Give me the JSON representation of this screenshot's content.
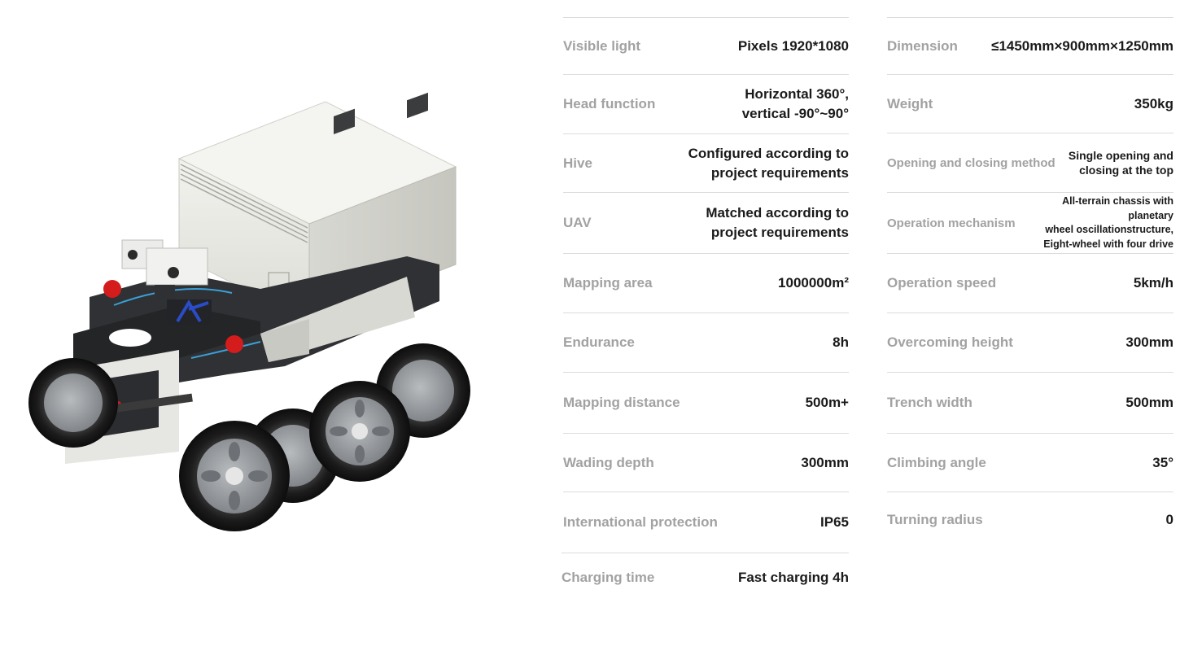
{
  "specs_left": [
    {
      "label": "Visible light",
      "value": "Pixels 1920*1080"
    },
    {
      "label": "Head function",
      "value": "Horizontal 360°,\nvertical -90°~90°"
    },
    {
      "label": "Hive",
      "value": "Configured according to\nproject requirements"
    },
    {
      "label": "UAV",
      "value": "Matched according to\nproject requirements"
    },
    {
      "label": "Mapping area",
      "value": "1000000m²"
    },
    {
      "label": "Endurance",
      "value": "8h"
    },
    {
      "label": "Mapping distance",
      "value": "500m+"
    },
    {
      "label": "Wading depth",
      "value": "300mm"
    },
    {
      "label": "International protection",
      "value": "IP65"
    },
    {
      "label": "Charging time",
      "value": "Fast charging 4h"
    }
  ],
  "specs_right": [
    {
      "label": "Dimension",
      "value": "≤1450mm×900mm×1250mm"
    },
    {
      "label": "Weight",
      "value": "350kg"
    },
    {
      "label": "Opening and closing method",
      "value": "Single opening and\nclosing at the top"
    },
    {
      "label": "Operation mechanism",
      "value": "All-terrain chassis with planetary\nwheel oscillationstructure,\nEight-wheel with four drive"
    },
    {
      "label": "Operation speed",
      "value": "5km/h"
    },
    {
      "label": "Overcoming height",
      "value": "300mm"
    },
    {
      "label": "Trench width",
      "value": "500mm"
    },
    {
      "label": "Climbing angle",
      "value": "35°"
    },
    {
      "label": "Turning radius",
      "value": "0"
    }
  ],
  "colors": {
    "label": "#a2a2a2",
    "value": "#1a1a1a",
    "divider": "#dcdcdc",
    "robot_body": "#2b2d30",
    "robot_hive": "#e8e8e3",
    "accent_blue": "#3aa0d8",
    "accent_red": "#d41c1c"
  }
}
